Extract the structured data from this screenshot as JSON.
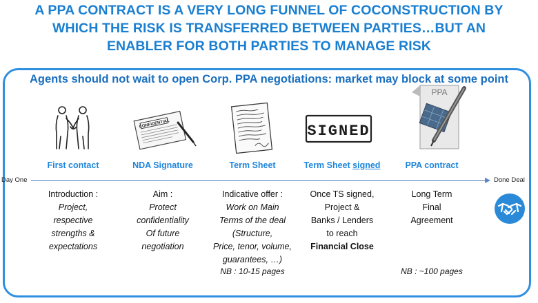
{
  "headline": {
    "line1": "A PPA CONTRACT IS A VERY LONG FUNNEL OF COCONSTRUCTION BY",
    "line2": "WHICH THE RISK IS TRANSFERRED BETWEEN PARTIES…BUT AN",
    "line3": "ENABLER FOR BOTH PARTIES TO MANAGE RISK"
  },
  "subtitle": "Agents should not wait to open Corp. PPA negotiations: market may block at some point",
  "timeline": {
    "start_label": "Day One",
    "end_label": "Done Deal"
  },
  "stages": [
    {
      "label": "First contact",
      "icon": "handshake-people-icon",
      "desc_title": "Introduction :",
      "desc": [
        "Project,",
        "respective",
        "strengths &",
        "expectations"
      ]
    },
    {
      "label": "NDA Signature",
      "icon": "confidential-document-icon",
      "icon_text": "CONFIDENTIAL",
      "desc_title": "Aim :",
      "desc": [
        "Protect",
        "confidentiality",
        "Of future",
        "negotiation"
      ]
    },
    {
      "label": "Term Sheet",
      "icon": "document-icon",
      "desc_title": "Indicative offer :",
      "desc": [
        "Work on Main",
        "Terms of the deal",
        "(Structure,",
        "Price, tenor, volume,",
        "guarantees, …)"
      ],
      "nb": "NB : 10-15 pages"
    },
    {
      "label_prefix": "Term Sheet ",
      "label_underlined": "signed",
      "icon": "signed-stamp-icon",
      "icon_text": "SIGNED",
      "desc": [
        "Once TS signed,",
        "Project &",
        "Banks / Lenders",
        "to reach"
      ],
      "desc_bold": "Financial Close"
    },
    {
      "label": "PPA contract",
      "icon": "ppa-document-pen-icon",
      "icon_text": "PPA",
      "desc": [
        "Long Term",
        "Final",
        "Agreement"
      ],
      "nb": "NB : ~100 pages"
    }
  ],
  "end_icon": "handshake-circle-icon",
  "colors": {
    "title_blue": "#1a7fd1",
    "frame_blue": "#2f8fe0",
    "label_blue": "#1e86dc",
    "timeline": "#5b86c4"
  }
}
